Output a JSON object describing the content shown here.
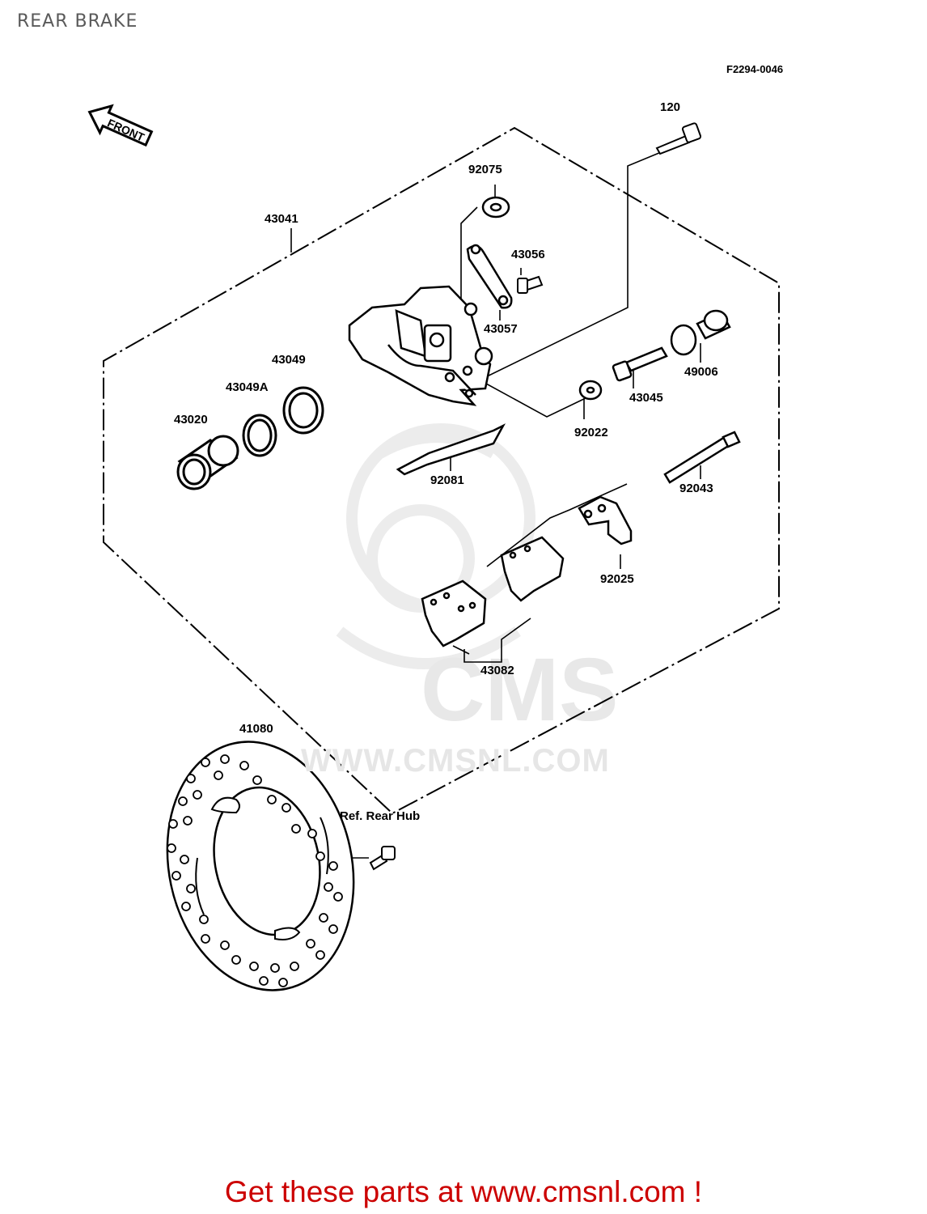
{
  "page": {
    "title": "REAR BRAKE",
    "figure_code": "F2294-0046",
    "front_label": "FRONT",
    "watermark": "WWW.CMSNL.COM",
    "watermark_logo": "CMS",
    "footer": "Get these parts at www.cmsnl.com !"
  },
  "parts": {
    "p120": "120",
    "p92075": "92075",
    "p43041": "43041",
    "p43056": "43056",
    "p43057": "43057",
    "p43049": "43049",
    "p43049A": "43049A",
    "p43020": "43020",
    "p49006": "49006",
    "p43045": "43045",
    "p92022": "92022",
    "p92081": "92081",
    "p92043": "92043",
    "p92025": "92025",
    "p43082": "43082",
    "p41080": "41080",
    "ref_rear_hub": "Ref. Rear Hub"
  }
}
